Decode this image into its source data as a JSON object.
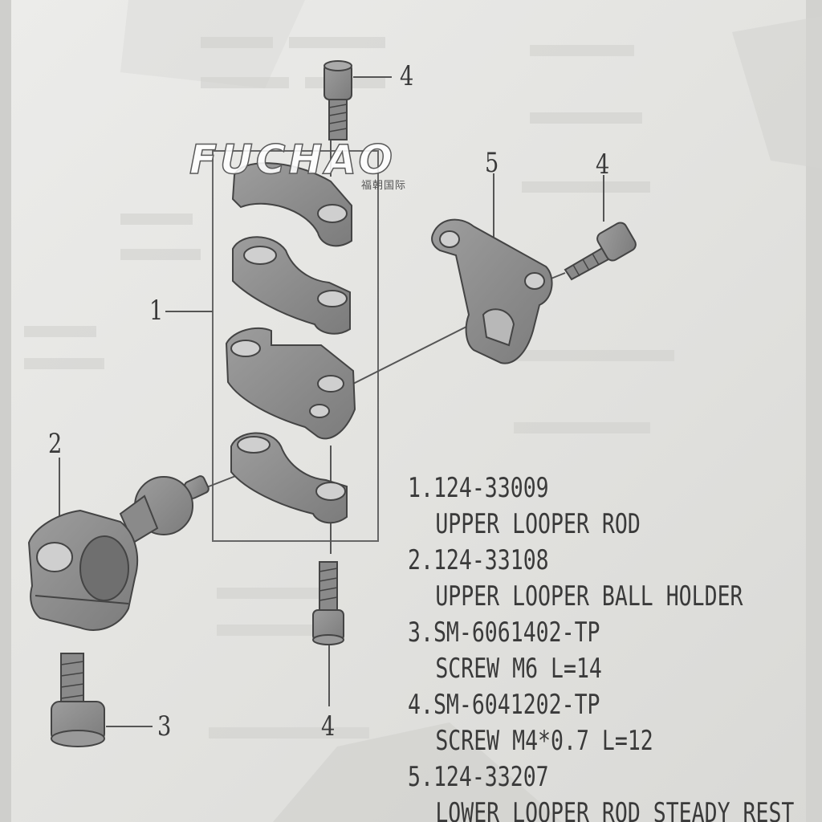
{
  "watermark": {
    "brand": "FUCHAO",
    "subtitle": "福朝国际"
  },
  "callouts": {
    "c1": "1",
    "c2": "2",
    "c3": "3",
    "c4_top": "4",
    "c4_right": "4",
    "c4_bottom": "4",
    "c5": "5"
  },
  "parts": [
    {
      "index": "1.",
      "number": "124-33009",
      "name": "UPPER LOOPER ROD"
    },
    {
      "index": "2.",
      "number": "124-33108",
      "name": "UPPER LOOPER BALL HOLDER"
    },
    {
      "index": "3.",
      "number": "SM-6061402-TP",
      "name": "SCREW M6 L=14"
    },
    {
      "index": "4.",
      "number": "SM-6041202-TP",
      "name": "SCREW M4*0.7 L=12"
    },
    {
      "index": "5.",
      "number": "124-33207",
      "name": "LOWER LOOPER ROD STEADY REST"
    }
  ],
  "colors": {
    "paper": "#e6e6e3",
    "ink": "#3a3a3a",
    "part_fill": "#8c8c8c",
    "part_shadow": "#6f6f6f"
  }
}
